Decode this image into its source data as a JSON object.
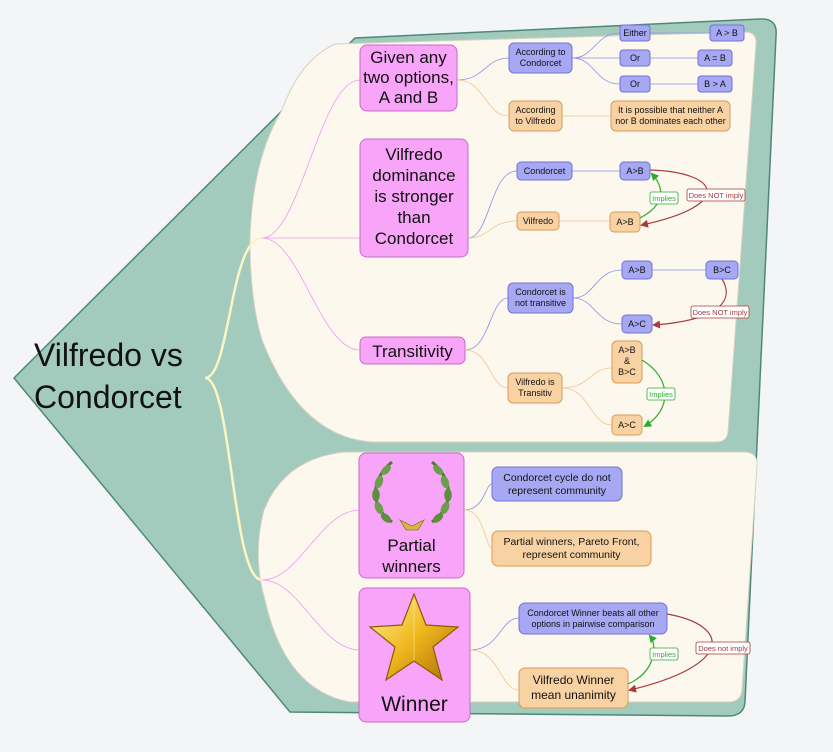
{
  "root": {
    "line1": "Vilfredo vs",
    "line2": "Condorcet"
  },
  "topics": {
    "options": {
      "lines": [
        "Given any",
        "two options,",
        "A and B"
      ],
      "condorcet": {
        "lines": [
          "According to",
          "Condorcet"
        ]
      },
      "vilfredo": {
        "lines": [
          "According",
          "to Vilfredo"
        ]
      },
      "either": "Either",
      "or1": "Or",
      "or2": "Or",
      "a_gt_b": "A > B",
      "a_eq_b": "A = B",
      "b_gt_a": "B > A",
      "neither": {
        "lines": [
          "It is possible that neither A",
          "nor B dominates each other"
        ]
      }
    },
    "dominance": {
      "lines": [
        "Vilfredo",
        "dominance",
        "is stronger",
        "than",
        "Condorcet"
      ],
      "condorcet": "Condorcet",
      "vilfredo": "Vilfredo",
      "c_result": "A>B",
      "v_result": "A>B",
      "implies": "Implies",
      "not_imply": "Does NOT imply"
    },
    "transitivity": {
      "label": "Transitivity",
      "condorcet": {
        "lines": [
          "Condorcet is",
          "not transitive"
        ]
      },
      "c_ab": "A>B",
      "c_bc": "B>C",
      "c_ac": "A>C",
      "not_imply": "Does NOT imply",
      "vilfredo": {
        "lines": [
          "Vilfredo is",
          "Transitiv"
        ]
      },
      "v_top": {
        "lines": [
          "A>B",
          "&",
          "B>C"
        ]
      },
      "v_ac": "A>C",
      "implies": "Implies"
    },
    "partial": {
      "lines": [
        "Partial",
        "winners"
      ],
      "icon": "laurel-wreath-icon",
      "cycle": {
        "lines": [
          "Condorcet cycle do not",
          "represent community"
        ]
      },
      "pareto": {
        "lines": [
          "Partial winners, Pareto Front,",
          "represent community"
        ]
      }
    },
    "winner": {
      "label": "Winner",
      "icon": "gold-star-icon",
      "condorcet": {
        "lines": [
          "Condorcet Winner beats all other",
          "options in pairwise comparison"
        ]
      },
      "vilfredo": {
        "lines": [
          "Vilfredo Winner",
          "mean unanimity"
        ]
      },
      "implies": "Implies",
      "not_imply": "Does not imply"
    }
  },
  "colors": {
    "outer_shape": "#a3cbbd",
    "panel": "#fcf8ee",
    "topic_fill": "#f8a4f8",
    "condorcet_fill": "#a6a8f3",
    "vilfredo_fill": "#f9d2a4",
    "implies": "#2eab2e",
    "not_imply": "#a93a3a"
  }
}
